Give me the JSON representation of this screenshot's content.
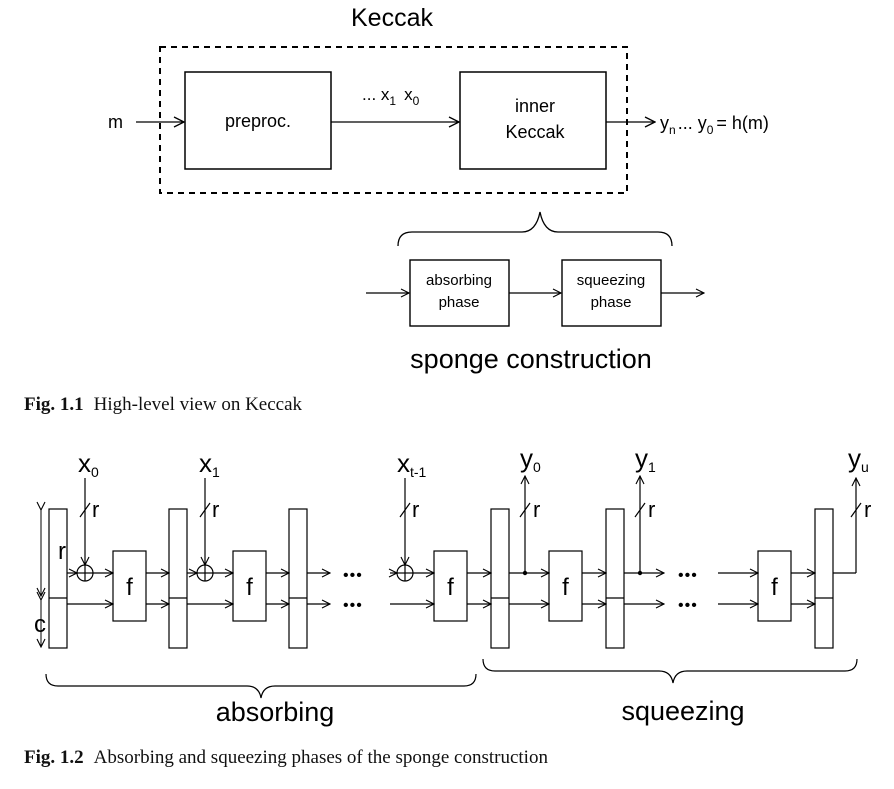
{
  "fig1": {
    "title": "Keccak",
    "input_label": "m",
    "preproc_label": "preproc.",
    "stream_label": "... x",
    "stream_sub1": "1",
    "stream_x0": "x",
    "stream_sub0": "0",
    "inner_line1": "inner",
    "inner_line2": "Keccak",
    "output_y": "y",
    "output_sub_n": "n",
    "output_mid": "... y",
    "output_sub_0": "0",
    "output_tail": "= h(m)",
    "absorbing_line1": "absorbing",
    "absorbing_line2": "phase",
    "squeezing_line1": "squeezing",
    "squeezing_line2": "phase",
    "sponge_label": "sponge construction",
    "caption_label": "Fig. 1.1",
    "caption_text": "High-level view on Keccak"
  },
  "fig2": {
    "inputs": [
      {
        "base": "x",
        "sub": "0"
      },
      {
        "base": "x",
        "sub": "1"
      },
      {
        "base": "x",
        "sub": "t-1"
      }
    ],
    "outputs": [
      {
        "base": "y",
        "sub": "0"
      },
      {
        "base": "y",
        "sub": "1"
      },
      {
        "base": "y",
        "sub": "u"
      }
    ],
    "r_label": "r",
    "c_label": "c",
    "f_label": "f",
    "dots": "•••",
    "absorbing_label": "absorbing",
    "squeezing_label": "squeezing",
    "caption_label": "Fig. 1.2",
    "caption_text": "Absorbing and squeezing phases of the sponge construction"
  }
}
